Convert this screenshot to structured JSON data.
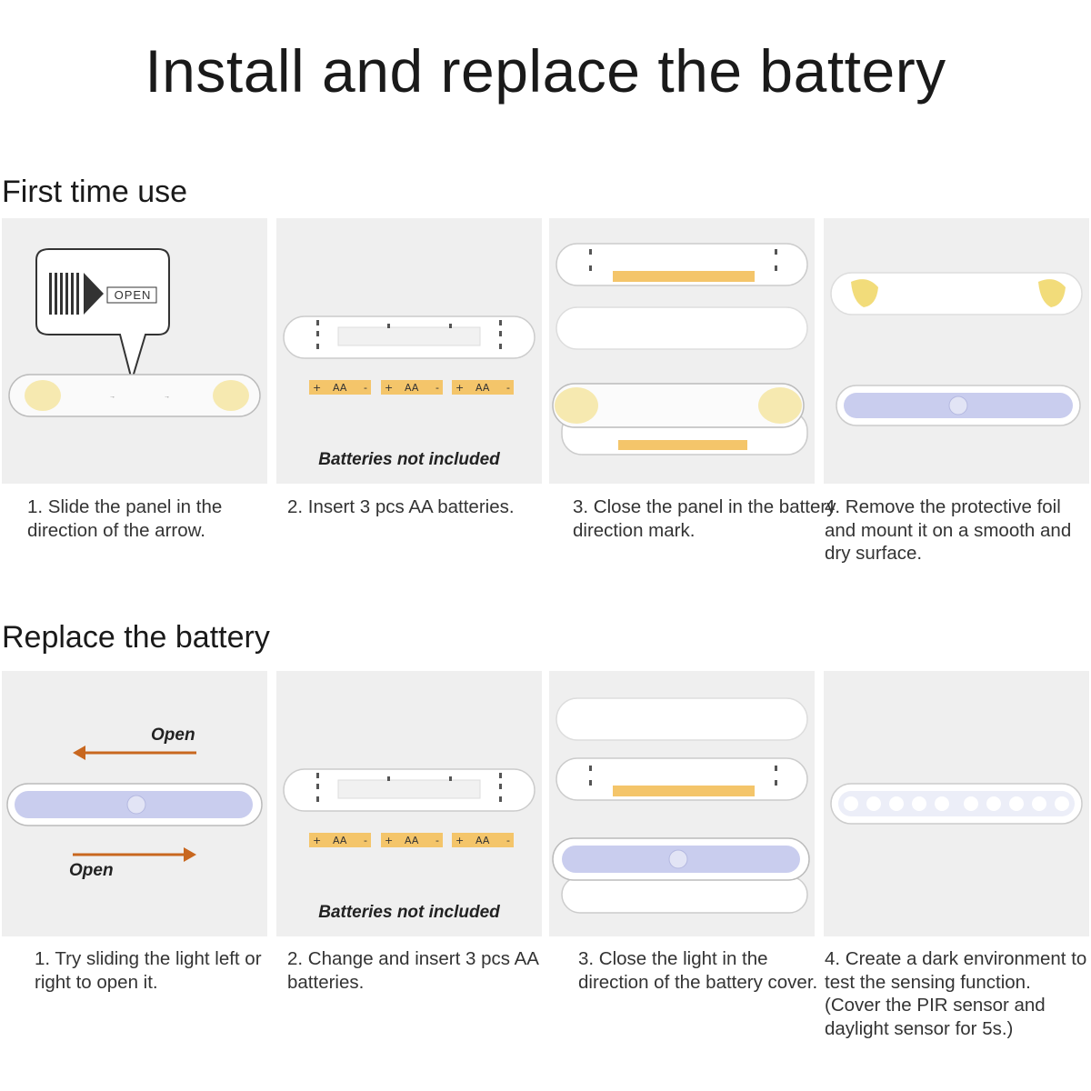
{
  "title": "Install and replace the battery",
  "sections": {
    "first": {
      "title": "First time use",
      "steps": [
        {
          "caption": "1. Slide the panel in the direction of the arrow.",
          "bubble_label": "OPEN"
        },
        {
          "caption": "2. Insert 3 pcs AA batteries.",
          "note": "Batteries not included"
        },
        {
          "caption": "3. Close the panel in the battery direction mark."
        },
        {
          "caption": "4. Remove the protective foil and mount it on a smooth and dry surface."
        }
      ]
    },
    "replace": {
      "title": "Replace the battery",
      "steps": [
        {
          "caption": "1. Try sliding the light left or right to open it.",
          "open_top": "Open",
          "open_bottom": "Open"
        },
        {
          "caption": "2. Change and insert 3 pcs AA batteries.",
          "note": "Batteries not included"
        },
        {
          "caption": "3. Close the light in the direction of the battery cover."
        },
        {
          "caption": "4. Create a dark environment to test the sensing function. (Cover the PIR sensor and daylight sensor for 5s.)"
        }
      ]
    }
  },
  "battery": {
    "plus": "+",
    "label": "AA",
    "minus": "-"
  },
  "colors": {
    "panel_bg": "#efefef",
    "arrow": "#c8671f",
    "battery": "#f4c56a",
    "pad": "#f6e9b0",
    "light": "#c9cdee"
  }
}
